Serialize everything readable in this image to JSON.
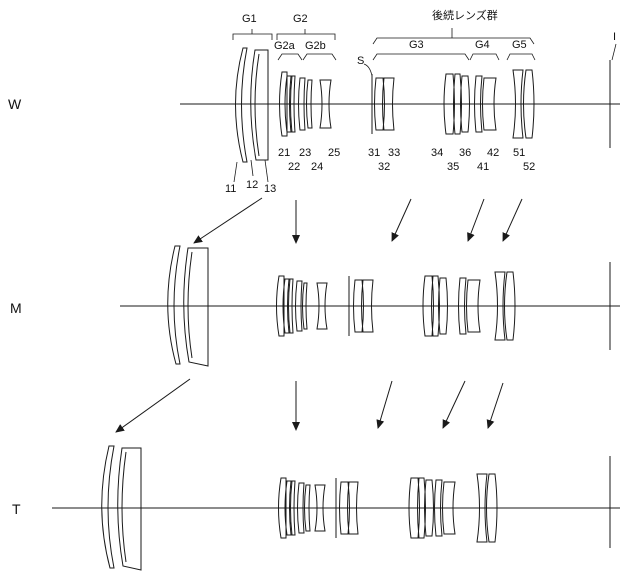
{
  "positions": {
    "wide": "W",
    "middle": "M",
    "tele": "T"
  },
  "groups": {
    "g1": "G1",
    "g2": "G2",
    "g2a": "G2a",
    "g2b": "G2b",
    "g3": "G3",
    "g4": "G4",
    "g5": "G5",
    "subsequent": "後続レンズ群",
    "stop": "S",
    "image_plane": "I"
  },
  "element_numbers": [
    "11",
    "12",
    "13",
    "21",
    "22",
    "23",
    "24",
    "25",
    "31",
    "32",
    "33",
    "34",
    "35",
    "36",
    "41",
    "42",
    "51",
    "52"
  ]
}
